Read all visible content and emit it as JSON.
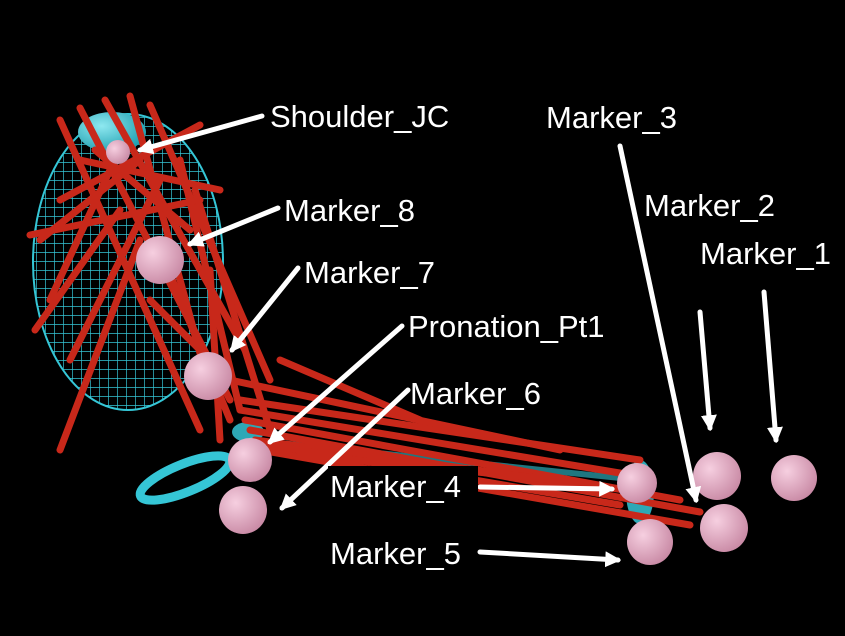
{
  "labels": {
    "shoulder_jc": "Shoulder_JC",
    "marker_8": "Marker_8",
    "marker_7": "Marker_7",
    "pronation_pt1": "Pronation_Pt1",
    "marker_6": "Marker_6",
    "marker_4": "Marker_4",
    "marker_5": "Marker_5",
    "marker_3": "Marker_3",
    "marker_2": "Marker_2",
    "marker_1": "Marker_1"
  },
  "colors": {
    "background": "#000000",
    "muscle": "#c8281a",
    "bone_mesh": "#35c6d6",
    "marker_sphere": "#e8a6c0",
    "arrow": "#ffffff",
    "label_text": "#ffffff"
  }
}
